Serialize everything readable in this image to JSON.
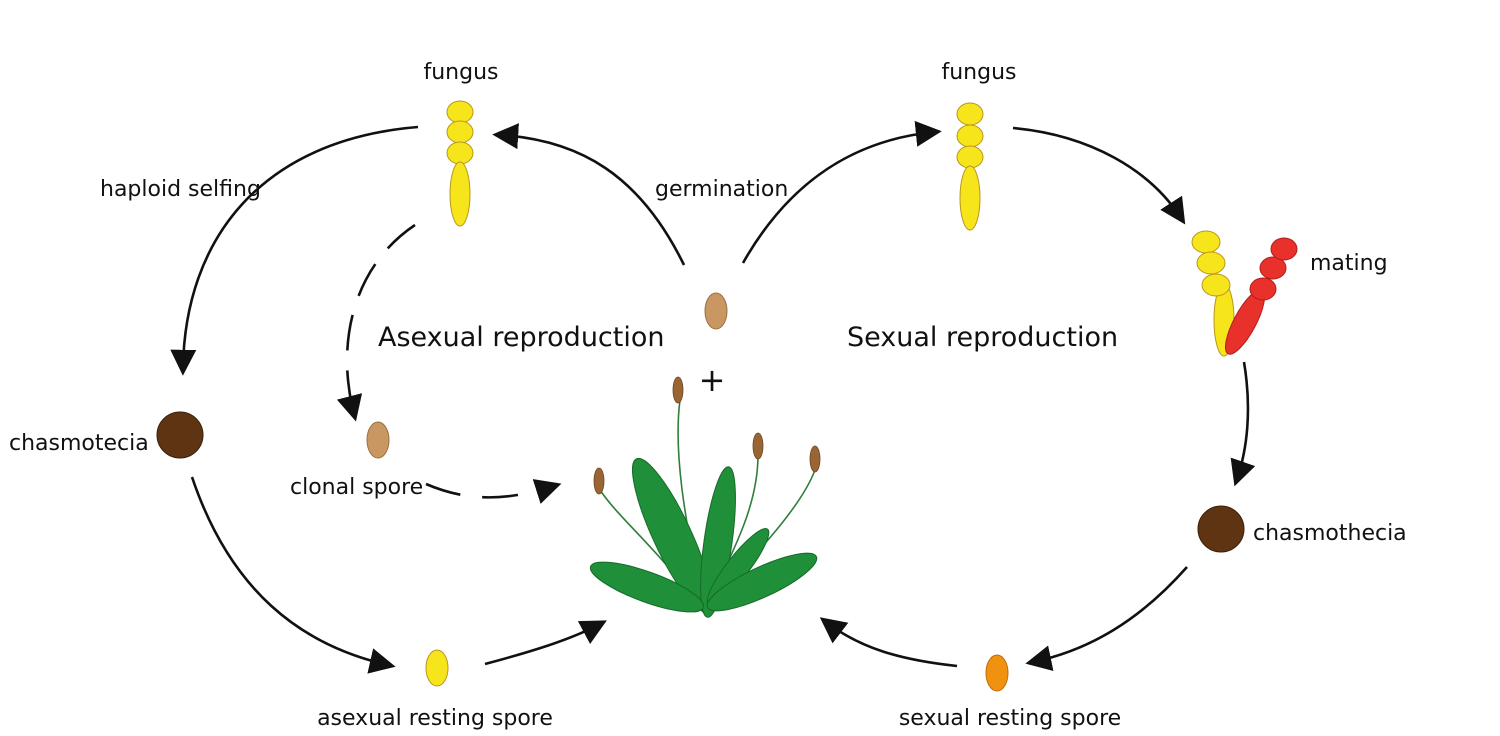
{
  "labels": {
    "fungus_left": "fungus",
    "fungus_right": "fungus",
    "haploid_selfing": "haploid selfing",
    "germination": "germination",
    "mating": "mating",
    "asexual_reproduction": "Asexual reproduction",
    "sexual_reproduction": "Sexual reproduction",
    "chasmotecia": "chasmotecia",
    "clonal_spore": "clonal spore",
    "chasmothecia": "chasmothecia",
    "asexual_resting_spore": "asexual resting spore",
    "sexual_resting_spore": "sexual resting spore",
    "plus": "+"
  },
  "colors": {
    "fungus_yellow": "#f7e51c",
    "mating_red": "#e8312b",
    "chasmothecia_brown": "#5e3413",
    "spore_tan": "#c99862",
    "sexual_spore_orange": "#f0920f",
    "plant_green": "#1f8f3a",
    "stalk_green": "#2f7f3a",
    "seed_head_brown": "#9a6535",
    "arrow_black": "#111111"
  }
}
